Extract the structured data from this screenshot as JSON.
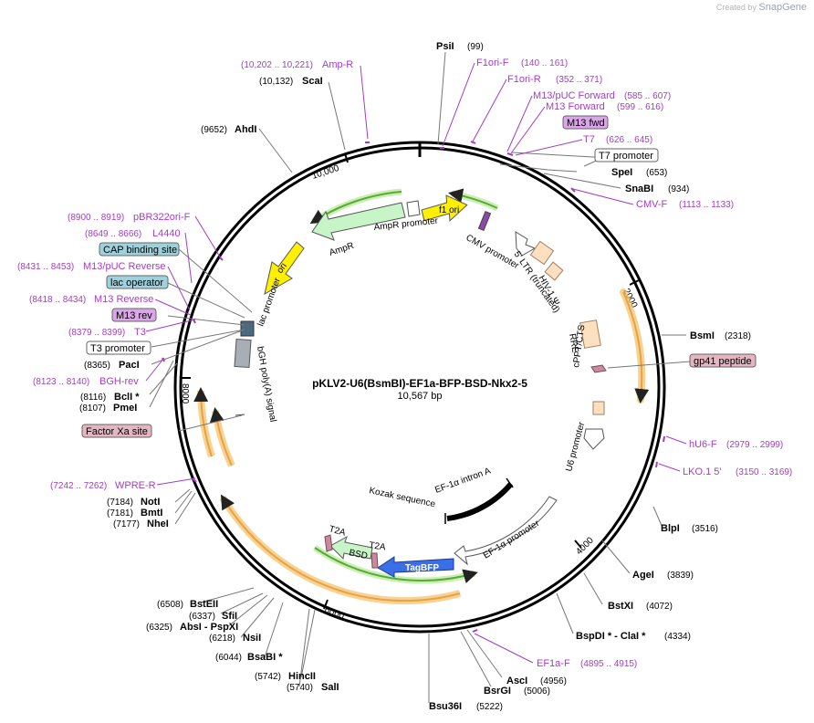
{
  "credit": {
    "prefix": "Created by",
    "brand": "SnapGene"
  },
  "plasmid": {
    "name": "pKLV2-U6(BsmBI)-EF1a-BFP-BSD-Nkx2-5",
    "size": "10,567 bp"
  },
  "ticks": [
    "2000",
    "4000",
    "6000",
    "8000",
    "10,000"
  ],
  "enzymes": [
    {
      "name": "PsiI",
      "pos": "(99)"
    },
    {
      "name": "SpeI",
      "pos": "(653)"
    },
    {
      "name": "SnaBI",
      "pos": "(934)"
    },
    {
      "name": "BsmI",
      "pos": "(2318)"
    },
    {
      "name": "BlpI",
      "pos": "(3516)"
    },
    {
      "name": "AgeI",
      "pos": "(3839)"
    },
    {
      "name": "BstXI",
      "pos": "(4072)"
    },
    {
      "name": "BspDI * - ClaI *",
      "pos": "(4334)"
    },
    {
      "name": "AscI",
      "pos": "(4956)"
    },
    {
      "name": "BsrGI",
      "pos": "(5006)"
    },
    {
      "name": "Bsu36I",
      "pos": "(5222)"
    },
    {
      "name": "SalI",
      "pos": "(5740)"
    },
    {
      "name": "HincII",
      "pos": "(5742)"
    },
    {
      "name": "BsaBI *",
      "pos": "(6044)"
    },
    {
      "name": "NsiI",
      "pos": "(6218)"
    },
    {
      "name": "AbsI - PspXI",
      "pos": "(6325)"
    },
    {
      "name": "SfiI",
      "pos": "(6337)"
    },
    {
      "name": "BstEII",
      "pos": "(6508)"
    },
    {
      "name": "NheI",
      "pos": "(7177)"
    },
    {
      "name": "BmtI",
      "pos": "(7181)"
    },
    {
      "name": "NotI",
      "pos": "(7184)"
    },
    {
      "name": "PmeI",
      "pos": "(8107)"
    },
    {
      "name": "BclI *",
      "pos": "(8116)"
    },
    {
      "name": "PacI",
      "pos": "(8365)"
    },
    {
      "name": "AhdI",
      "pos": "(9652)"
    },
    {
      "name": "ScaI",
      "pos": "(10,132)"
    }
  ],
  "primers": [
    {
      "name": "Amp-R",
      "pos": "(10,202 .. 10,221)"
    },
    {
      "name": "F1ori-F",
      "pos": "(140 .. 161)"
    },
    {
      "name": "F1ori-R",
      "pos": "(352 .. 371)"
    },
    {
      "name": "M13/pUC Forward",
      "pos": "(585 .. 607)"
    },
    {
      "name": "M13 Forward",
      "pos": "(599 .. 616)"
    },
    {
      "name": "T7",
      "pos": "(626 .. 645)"
    },
    {
      "name": "CMV-F",
      "pos": "(1113 .. 1133)"
    },
    {
      "name": "hU6-F",
      "pos": "(2979 .. 2999)"
    },
    {
      "name": "LKO.1 5'",
      "pos": "(3150 .. 3169)"
    },
    {
      "name": "EF1a-F",
      "pos": "(4895 .. 4915)"
    },
    {
      "name": "WPRE-R",
      "pos": "(7242 .. 7262)"
    },
    {
      "name": "BGH-rev",
      "pos": "(8123 .. 8140)"
    },
    {
      "name": "T3",
      "pos": "(8379 .. 8399)"
    },
    {
      "name": "M13 Reverse",
      "pos": "(8418 .. 8434)"
    },
    {
      "name": "M13/pUC Reverse",
      "pos": "(8431 .. 8453)"
    },
    {
      "name": "L4440",
      "pos": "(8649 .. 8666)"
    },
    {
      "name": "pBR322ori-F",
      "pos": "(8900 .. 8919)"
    }
  ],
  "boxed_labels": [
    {
      "text": "M13 fwd",
      "color": "#d9a6e6"
    },
    {
      "text": "T7 promoter",
      "color": "#ffffff"
    },
    {
      "text": "gp41 peptide",
      "color": "#e3b6c1"
    },
    {
      "text": "CAP binding site",
      "color": "#9fd1dd"
    },
    {
      "text": "lac operator",
      "color": "#9fd1dd"
    },
    {
      "text": "M13 rev",
      "color": "#d9a6e6"
    },
    {
      "text": "T3 promoter",
      "color": "#ffffff"
    },
    {
      "text": "Factor Xa site",
      "color": "#e3b6c1"
    }
  ],
  "features": [
    {
      "text": "f1 ori",
      "color": "#ffef00"
    },
    {
      "text": "AmpR promoter",
      "color": "#ffffff"
    },
    {
      "text": "AmpR",
      "color": "#c8f5c8"
    },
    {
      "text": "ori",
      "color": "#ffef00"
    },
    {
      "text": "lac promoter",
      "color": "#ffffff"
    },
    {
      "text": "bGH poly(A) signal",
      "color": "#a7aeb5"
    },
    {
      "text": "CMV promoter",
      "color": "#ffffff"
    },
    {
      "text": "5' LTR (truncated)",
      "color": "#fde0c0"
    },
    {
      "text": "HIV-1 Ψ",
      "color": "#fde0c0"
    },
    {
      "text": "RRE",
      "color": "#fde0c0"
    },
    {
      "text": "cPPT/CTS",
      "color": "#fde0c0"
    },
    {
      "text": "U6 promoter",
      "color": "#ffffff"
    },
    {
      "text": "EF-1α intron A",
      "color": "#000000"
    },
    {
      "text": "Kozak sequence",
      "color": "#000000"
    },
    {
      "text": "EF-1α promoter",
      "color": "#ffffff"
    },
    {
      "text": "TagBFP",
      "color": "#3b6fe8"
    },
    {
      "text": "BSD",
      "color": "#c8f5c8"
    },
    {
      "text": "T2A",
      "color": "#c98a9e"
    },
    {
      "text": "T2A",
      "color": "#c98a9e"
    }
  ],
  "colors": {
    "primer": "#a53cc4",
    "orf_outline": "#f4c060",
    "orf_arrow": "#e8a04a",
    "green_arc": "#5aa83a"
  }
}
